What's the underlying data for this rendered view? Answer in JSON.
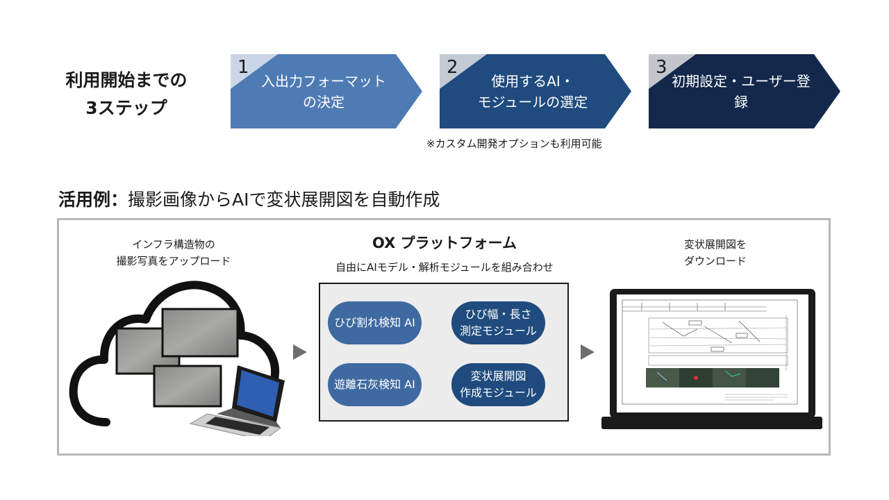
{
  "steps_title": [
    "利用開始までの",
    "3ステップ"
  ],
  "steps": [
    {
      "num": "1",
      "lines": [
        "入出力フォーマット",
        "の決定"
      ],
      "color": "#4f7bb5",
      "corner": "#c9d6e6"
    },
    {
      "num": "2",
      "lines": [
        "使用するAI・",
        "モジュールの選定"
      ],
      "color": "#1f4b7e",
      "corner": "#c2cad4"
    },
    {
      "num": "3",
      "lines": [
        "初期設定・ユーザー登録"
      ],
      "color": "#13284a",
      "corner": "#c2c6cc"
    }
  ],
  "note": "※カスタム開発オプションも利用可能",
  "section": {
    "bold": "活用例：",
    "text": "撮影画像からAIで変状展開図を自動作成"
  },
  "upload_caption": [
    "インフラ構造物の",
    "撮影写真をアップロード"
  ],
  "platform": {
    "title": "OX プラットフォーム",
    "subtitle": "自由にAIモデル・解析モジュールを組み合わせ",
    "modules": [
      {
        "lines": [
          "ひび割れ検知 AI"
        ],
        "color": "#3f6aa1"
      },
      {
        "lines": [
          "ひび幅・長さ",
          "測定モジュール"
        ],
        "color": "#1f4b7e"
      },
      {
        "lines": [
          "遊離石灰検知 AI"
        ],
        "color": "#3f6aa1"
      },
      {
        "lines": [
          "変状展開図",
          "作成モジュール"
        ],
        "color": "#1f4b7e"
      }
    ]
  },
  "download_caption": [
    "変状展開図を",
    "ダウンロード"
  ],
  "colors": {
    "arrow": "#6e6e6e",
    "panel_border": "#b7b7b7",
    "laptop_screen": "#2f5fb3"
  }
}
